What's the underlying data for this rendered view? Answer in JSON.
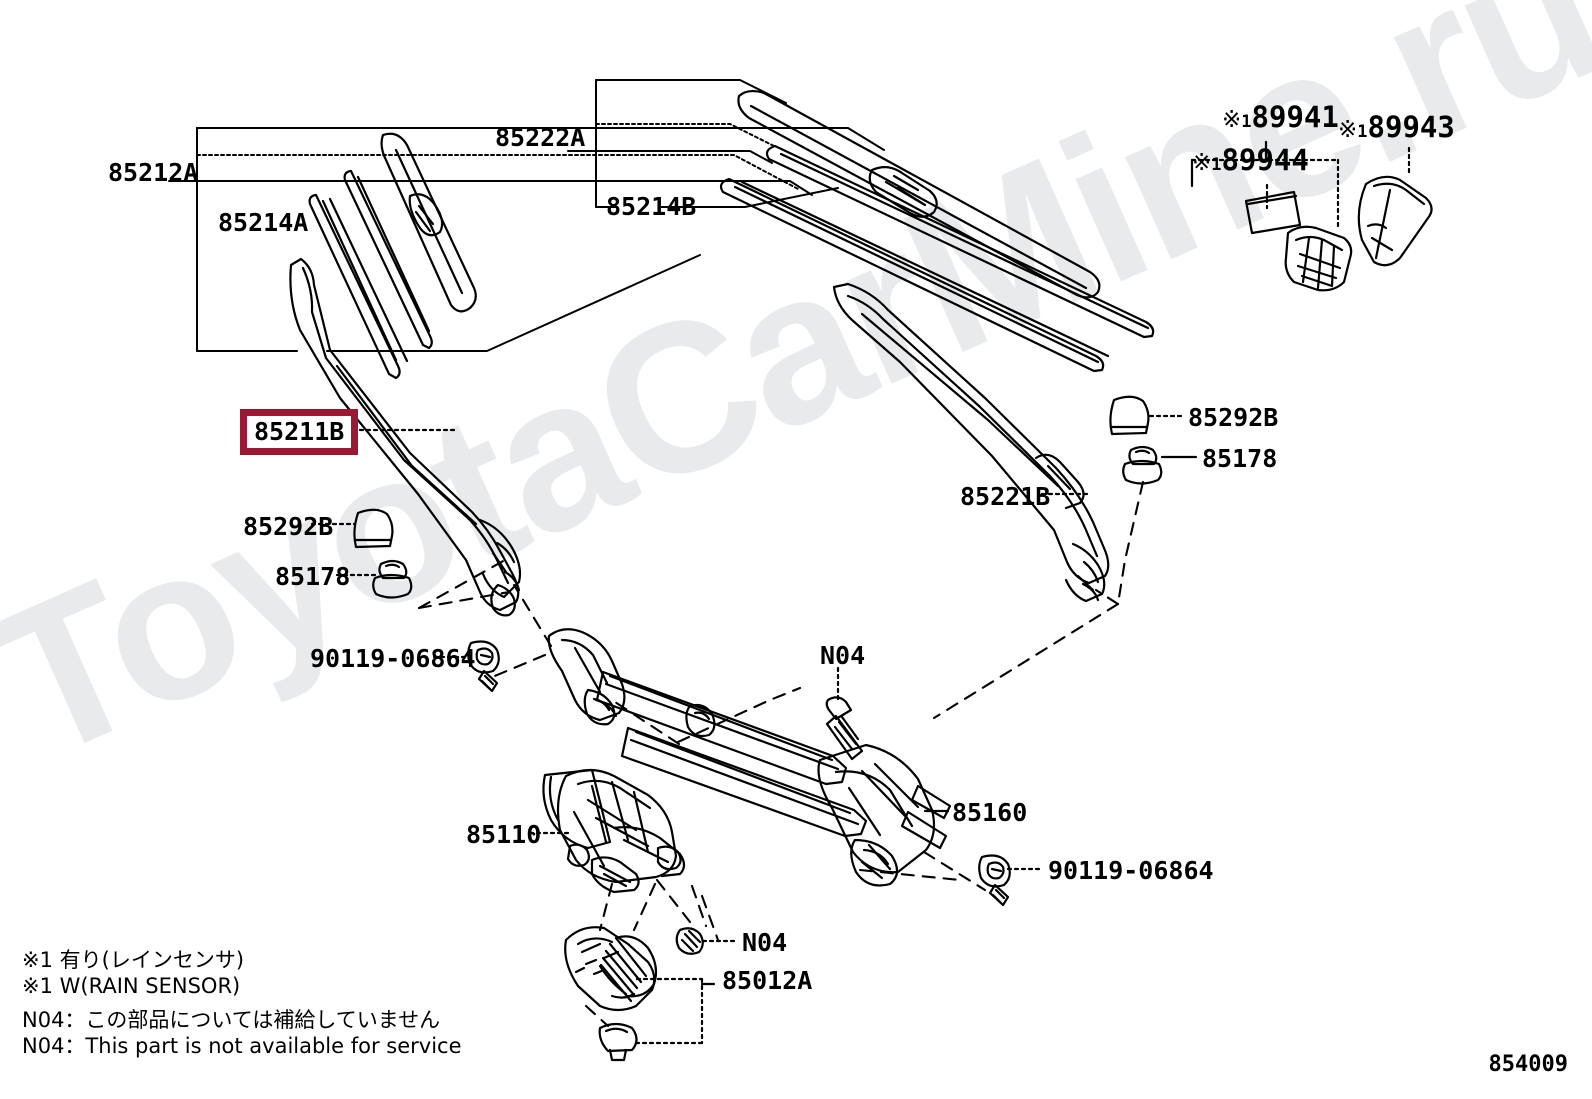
{
  "diagram": {
    "code": "854009",
    "watermark": "ToyotaCarMine.ru",
    "highlighted_part": "85211B"
  },
  "labels": {
    "p85212A": "85212A",
    "p85214A": "85214A",
    "p85222A": "85222A",
    "p85214B": "85214B",
    "p85211B": "85211B",
    "p85292B_left": "85292B",
    "p85178_left": "85178",
    "p85292B_right": "85292B",
    "p85178_right": "85178",
    "p85221B": "85221B",
    "p90119_left": "90119-06864",
    "p90119_right": "90119-06864",
    "n04_mid": "N04",
    "n04_bottom": "N04",
    "p85160": "85160",
    "p85110": "85110",
    "p85012A": "85012A",
    "star_mark": "※",
    "star_index": "1",
    "p89941": "89941",
    "p89944": "89944",
    "p89943": "89943"
  },
  "legend": {
    "line1": "※1 有り(レインセンサ)",
    "line2": "※1 W(RAIN SENSOR)",
    "line3": "N04：この部品については補給していません",
    "line4": "N04：This part is not available for service"
  },
  "colors": {
    "highlight_border": "#9B1733",
    "line": "#000000",
    "watermark": "#e9eaec",
    "background": "#ffffff"
  }
}
